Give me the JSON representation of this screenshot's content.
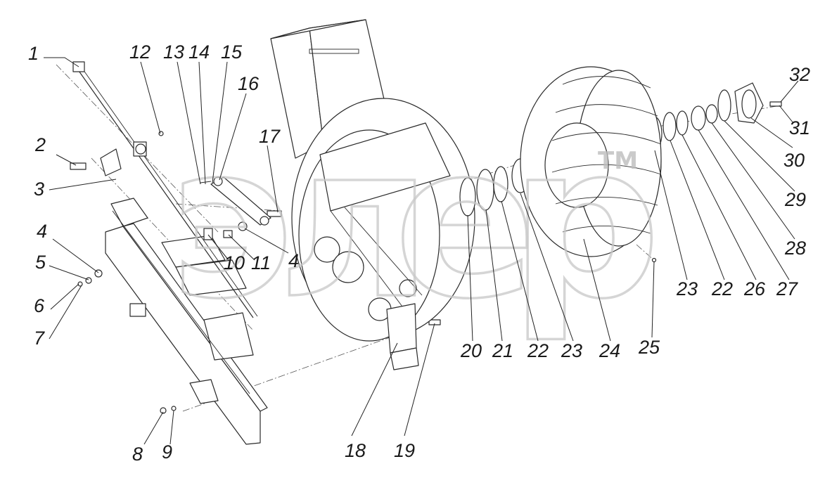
{
  "callouts": [
    "1",
    "2",
    "3",
    "4",
    "5",
    "6",
    "7",
    "8",
    "9",
    "10",
    "11",
    "12",
    "13",
    "14",
    "15",
    "16",
    "17",
    "4",
    "18",
    "19",
    "20",
    "21",
    "22",
    "23",
    "24",
    "25",
    "23",
    "22",
    "26",
    "27",
    "28",
    "29",
    "30",
    "31",
    "32"
  ],
  "watermark": {
    "letters": [
      "э",
      "л",
      "е",
      "р"
    ],
    "tm": "TM"
  },
  "colors": {
    "line": "#2a2a2a",
    "watermark": "#c8c8c8",
    "background": "#ffffff"
  }
}
